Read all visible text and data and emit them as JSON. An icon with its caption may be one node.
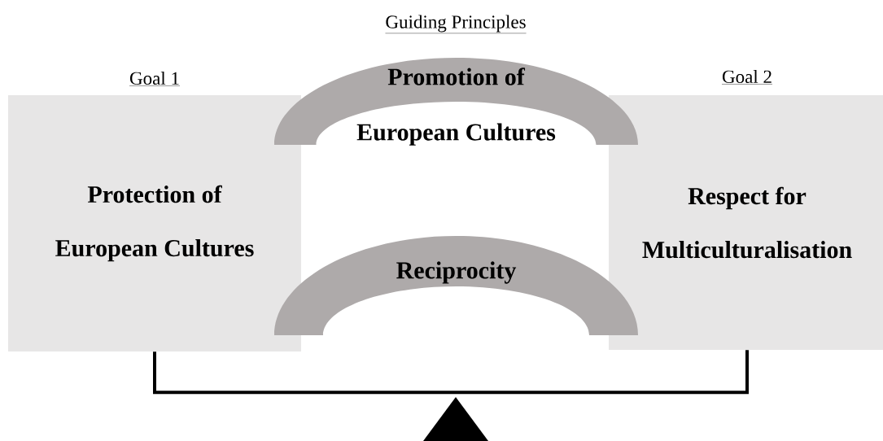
{
  "diagram": {
    "title": "Guiding Principles",
    "nodes": [
      {
        "text": [
          "Goal 1",
          "Protection of European Cultures"
        ]
      },
      {
        "text": [
          "Goal 2",
          "Respect for Multiculturalisation"
        ]
      },
      {
        "text": [
          "Promotion of European Cultures"
        ]
      },
      {
        "text": [
          "Reciprocity"
        ]
      },
      {
        "text": [],
        "shape": "triangle"
      }
    ],
    "edges": [
      {
        "from": 0,
        "to": 1,
        "arrow": "none"
      }
    ]
  }
}
